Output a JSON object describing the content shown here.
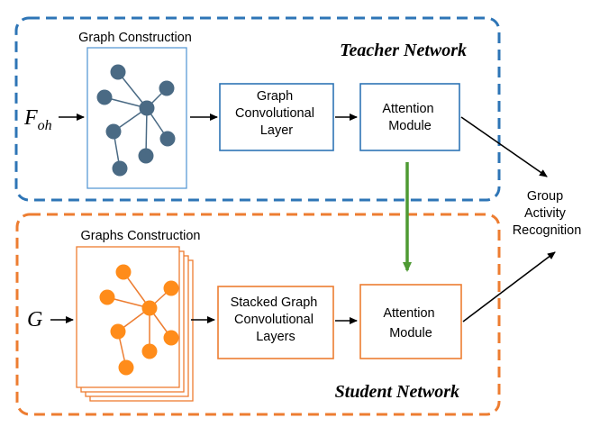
{
  "teacher": {
    "title": "Teacher Network",
    "graph_caption": "Graph Construction",
    "input_main": "F",
    "input_sub": "oh",
    "gcl_lines": [
      "Graph",
      "Convolutional",
      "Layer"
    ],
    "attn_lines": [
      "Attention",
      "Module"
    ],
    "color": "#2E75B6"
  },
  "student": {
    "title": "Student Network",
    "graph_caption": "Graphs Construction",
    "input": "G",
    "gcl_lines": [
      "Stacked Graph",
      "Convolutional",
      "Layers"
    ],
    "attn_lines": [
      "Attention",
      "Module"
    ],
    "color": "#ED7D31"
  },
  "output": {
    "lines": [
      "Group",
      "Activity",
      "Recognition"
    ]
  },
  "colors": {
    "teacher_node": "#4A6A84",
    "student_node": "#FF8C1A",
    "distill_arrow": "#4E9A33",
    "arrow": "#000000"
  }
}
